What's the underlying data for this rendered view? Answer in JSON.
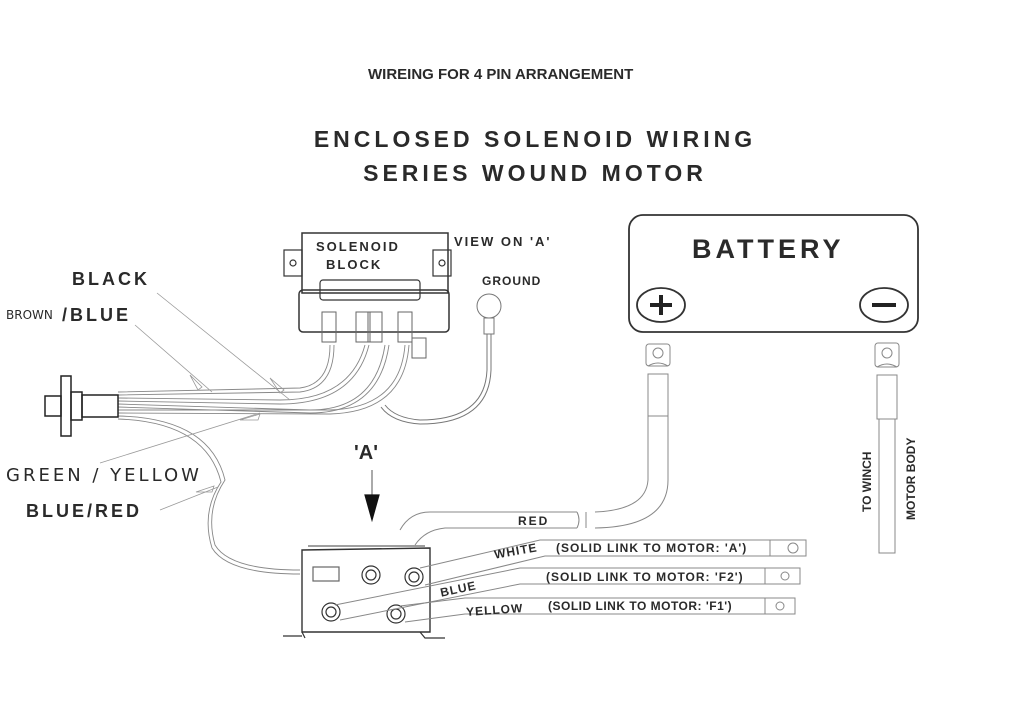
{
  "header": {
    "subtitle": "WIREING FOR 4 PIN ARRANGEMENT",
    "title_line1": "ENCLOSED SOLENOID WIRING",
    "title_line2": "SERIES WOUND MOTOR"
  },
  "solenoid_block": {
    "label_line1": "SOLENOID",
    "label_line2": "BLOCK",
    "view_label": "VIEW ON 'A'",
    "ground_label": "GROUND"
  },
  "plug_wires": {
    "black": "BLACK",
    "brown_prefix": "BROWN",
    "brown_suffix": "/BLUE",
    "green_yellow": "GREEN / YELLOW",
    "blue_red": "BLUE/RED"
  },
  "view_marker": {
    "label": "'A'"
  },
  "battery": {
    "label": "BATTERY",
    "positive_symbol": "+",
    "negative_symbol": "−",
    "negative_cable_label_1": "TO WINCH",
    "negative_cable_label_2": "MOTOR BODY"
  },
  "solenoid_cables": {
    "red": "RED",
    "white": "WHITE",
    "blue": "BLUE",
    "yellow": "YELLOW",
    "link_a": "(SOLID LINK TO MOTOR: 'A')",
    "link_f2": "(SOLID LINK TO MOTOR: 'F2')",
    "link_f1": "(SOLID LINK TO MOTOR: 'F1')"
  }
}
